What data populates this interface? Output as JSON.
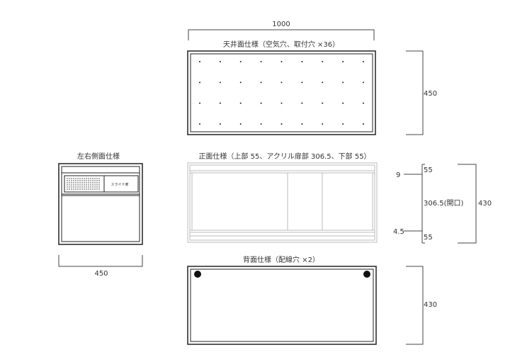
{
  "top_view": {
    "width_label": "1000",
    "title": "天井面仕様（空気穴、取付穴 ×36）",
    "depth_label": "450",
    "hole_rows": 4,
    "hole_cols": 9
  },
  "side_view": {
    "title": "左右側面仕様",
    "door_label": "スライド扉",
    "width_label": "450"
  },
  "front_view": {
    "title": "正面仕様（上部 55、アクリル扉部 306.5、下部 55）",
    "top_label": "55",
    "gap_top_label": "9",
    "door_label": "306.5(開口)",
    "gap_bottom_label": "4.5",
    "bottom_label": "55",
    "height_label": "430"
  },
  "back_view": {
    "title": "背面仕様（配線穴 ×2）",
    "height_label": "430"
  },
  "colors": {
    "line": "#222222",
    "front_line": "#bbbbbb",
    "dim_line": "#444444"
  }
}
